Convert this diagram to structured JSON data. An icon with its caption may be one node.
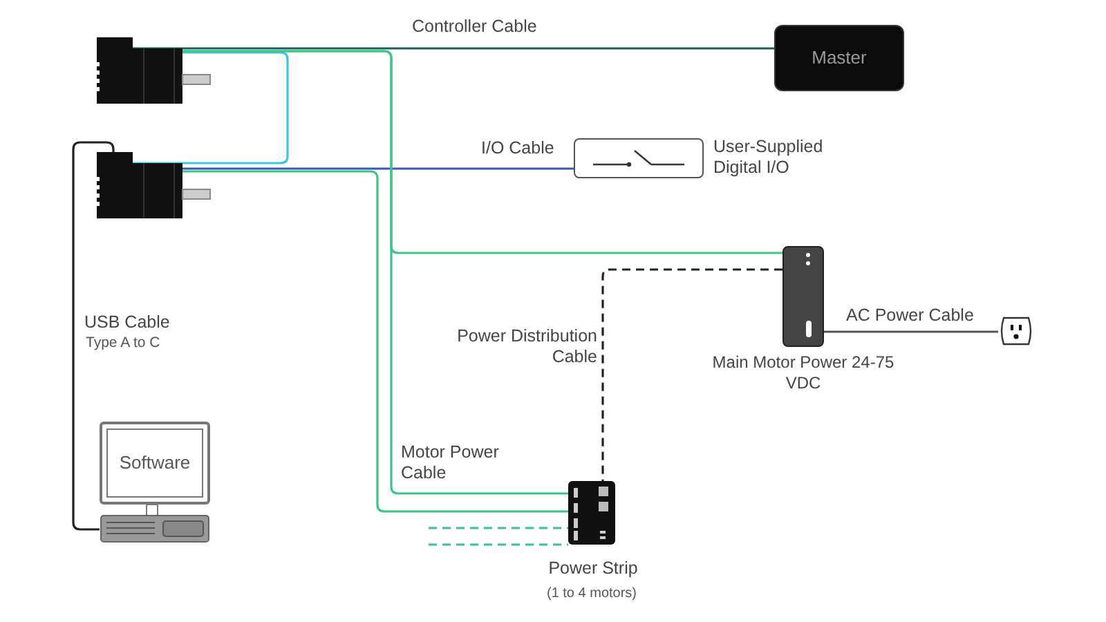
{
  "diagram": {
    "nodes": [
      {
        "text": [],
        "shape": "picture"
      },
      {
        "text": [],
        "shape": "picture"
      },
      {
        "text": [
          "Master"
        ]
      },
      {
        "text": [],
        "shape": "box",
        "beside": [
          "User-Supplied Digital I/O"
        ]
      },
      {
        "text": [],
        "shape": "box",
        "beside": [
          "Main Motor Power 24-75 VDC"
        ]
      },
      {
        "text": [],
        "shape": "picture"
      },
      {
        "text": [
          "Software"
        ]
      },
      {
        "text": [],
        "shape": "box",
        "beside": [
          "Power Strip",
          "(1 to 4 motors)"
        ]
      }
    ],
    "edges": [
      {
        "from": 0,
        "to": 2,
        "arrow": "none",
        "label": "Controller Cable",
        "color": "#1d5e5a"
      },
      {
        "from": 0,
        "to": 1,
        "arrow": "none",
        "color": "#3ec3e0"
      },
      {
        "from": 1,
        "to": 3,
        "arrow": "none",
        "label": "I/O Cable",
        "color": "#3b57b5"
      },
      {
        "from": 1,
        "to": 7,
        "arrow": "none"
      },
      {
        "from": 0,
        "to": 4,
        "arrow": "none"
      },
      {
        "from": 0,
        "to": 7,
        "arrow": "none",
        "label": "Motor Power Cable"
      },
      {
        "from": null,
        "to": 7,
        "arrow": "none",
        "style": "dashed"
      },
      {
        "from": null,
        "to": 7,
        "arrow": "none",
        "style": "dashed"
      },
      {
        "from": 4,
        "to": 7,
        "arrow": "none",
        "label": "Power Distribution Cable",
        "style": "dashed",
        "color": "#222222"
      },
      {
        "from": 4,
        "to": 5,
        "arrow": "none",
        "label": "AC Power Cable",
        "color": "#555555"
      },
      {
        "from": 6,
        "to": 1,
        "arrow": "none",
        "label": "USB Cable",
        "color": "#222222"
      }
    ],
    "labels": [
      "Type A to C"
    ]
  }
}
